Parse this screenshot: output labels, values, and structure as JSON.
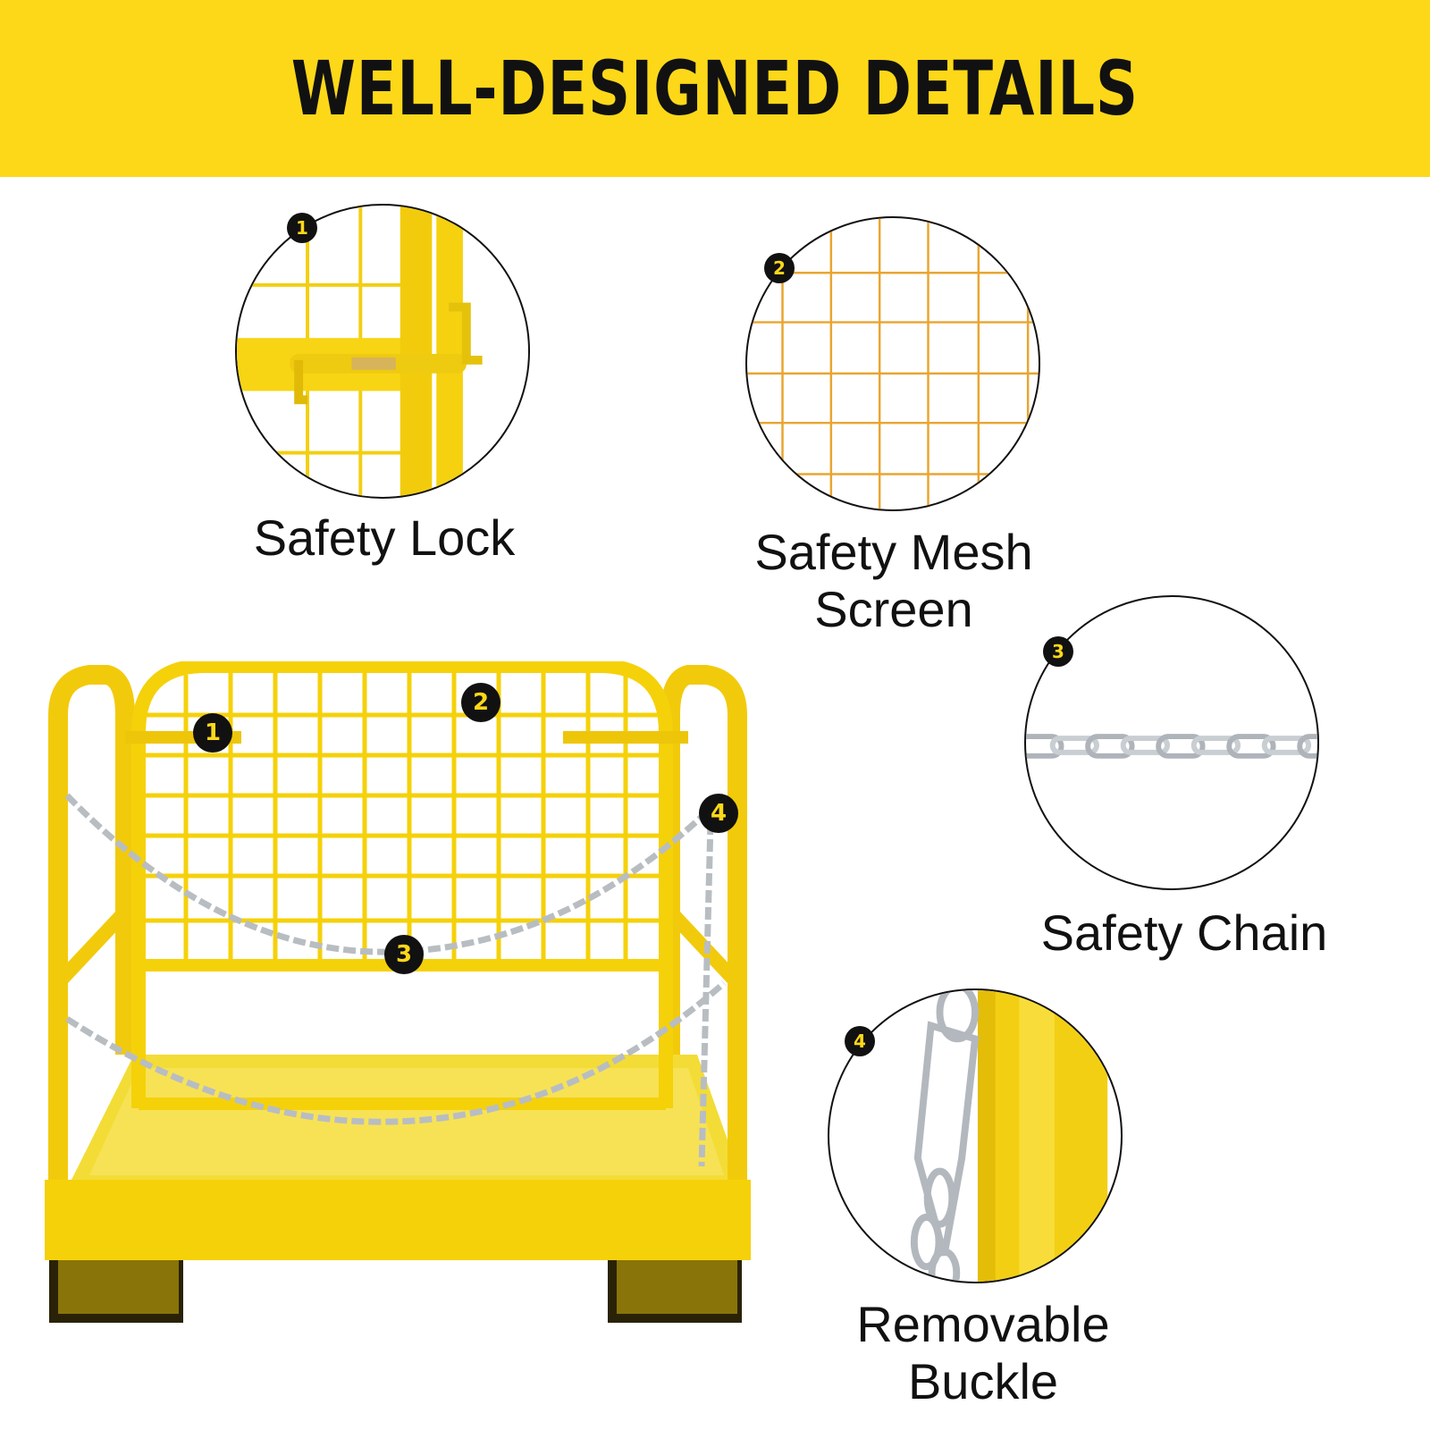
{
  "banner": {
    "title": "WELL-DESIGNED DETAILS"
  },
  "details": [
    {
      "number": "1",
      "label": "Safety Lock"
    },
    {
      "number": "2",
      "label_line1": "Safety Mesh",
      "label_line2": "Screen"
    },
    {
      "number": "3",
      "label": "Safety Chain"
    },
    {
      "number": "4",
      "label_line1": "Removable",
      "label_line2": "Buckle"
    }
  ],
  "product_markers": [
    "1",
    "2",
    "3",
    "4"
  ],
  "colors": {
    "brand_yellow": "#fdd819",
    "steel_yellow": "#f5d10a",
    "chain": "#b9bec4",
    "ink": "#111111"
  }
}
